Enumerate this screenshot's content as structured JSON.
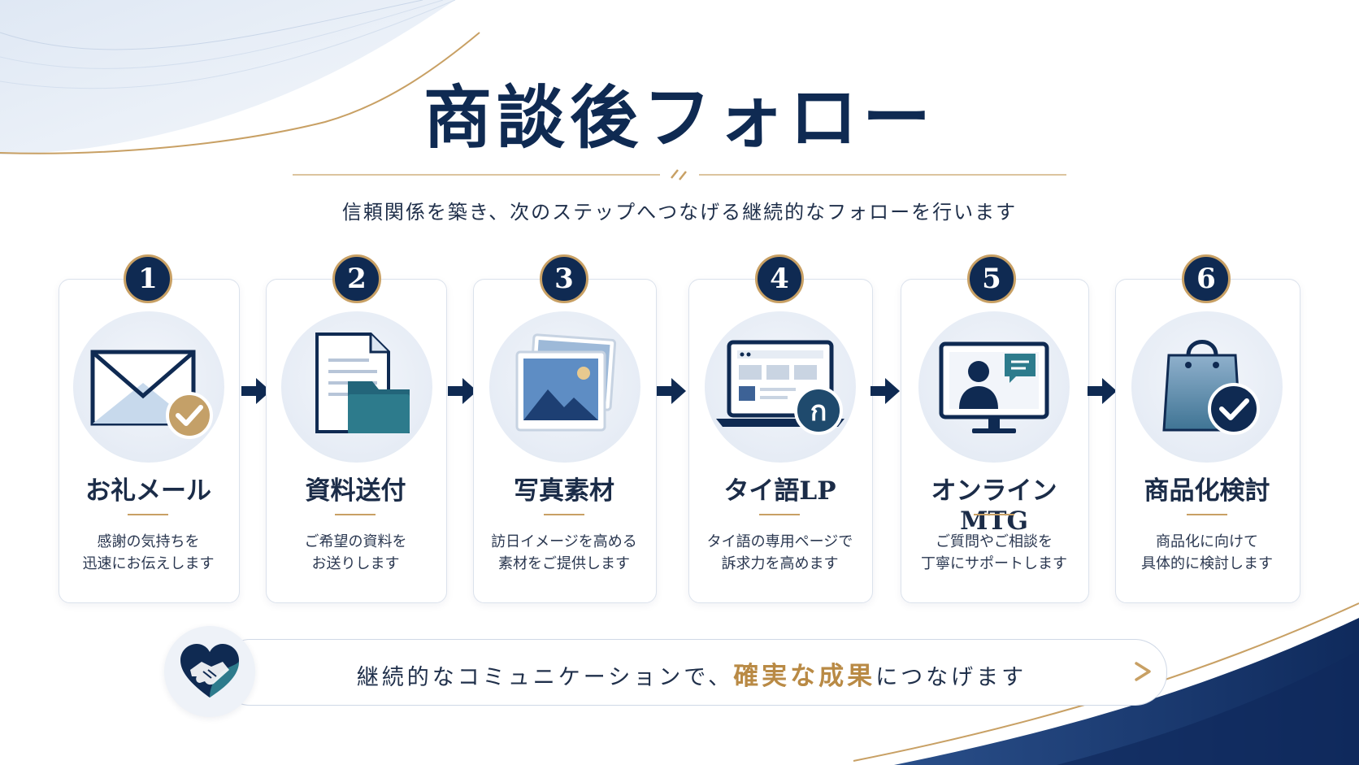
{
  "title": "商談後フォロー",
  "subtitle": "信頼関係を築き、次のステップへつなげる継続的なフォローを行います",
  "colors": {
    "navy": "#0f2a52",
    "gold": "#c8a064",
    "teal": "#2d7b8c",
    "light_blue": "#c7d9ec"
  },
  "steps": [
    {
      "number": "1",
      "title": "お礼メール",
      "desc_line1": "感謝の気持ちを",
      "desc_line2": "迅速にお伝えします",
      "icon": "mail-check-icon"
    },
    {
      "number": "2",
      "title": "資料送付",
      "desc_line1": "ご希望の資料を",
      "desc_line2": "お送りします",
      "icon": "document-folder-icon"
    },
    {
      "number": "3",
      "title": "写真素材",
      "desc_line1": "訪日イメージを高める",
      "desc_line2": "素材をご提供します",
      "icon": "photo-icon"
    },
    {
      "number": "4",
      "title": "タイ語LP",
      "desc_line1": "タイ語の専用ページで",
      "desc_line2": "訴求力を高めます",
      "icon": "laptop-thai-icon",
      "icon_glyph": "ก"
    },
    {
      "number": "5",
      "title": "オンラインMTG",
      "desc_line1": "ご質問やご相談を",
      "desc_line2": "丁寧にサポートします",
      "icon": "video-meeting-icon"
    },
    {
      "number": "6",
      "title": "商品化検討",
      "desc_line1": "商品化に向けて",
      "desc_line2": "具体的に検討します",
      "icon": "shopping-bag-check-icon"
    }
  ],
  "banner": {
    "text_before": "継続的なコミュニケーションで、",
    "highlight": "確実な成果",
    "text_after": "につなげます",
    "icon": "handshake-heart-icon"
  }
}
